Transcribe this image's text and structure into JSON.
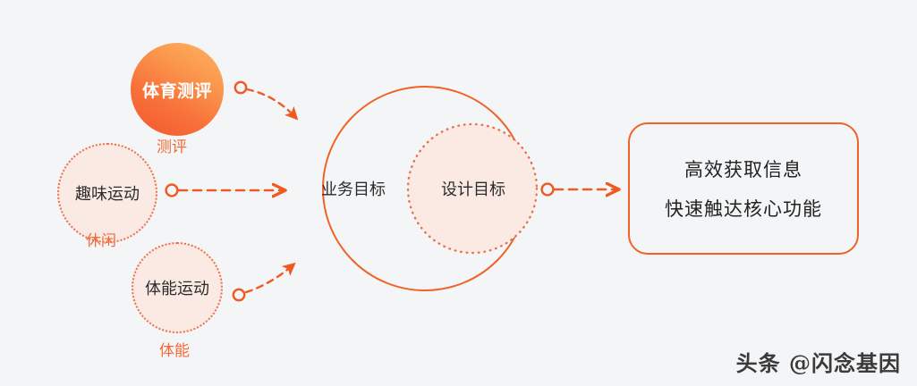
{
  "diagram": {
    "background_color": "#f4f5f7",
    "accent_color": "#ef6326",
    "soft_fill_color": "#fbeae4",
    "source_node": {
      "label": "体育测评",
      "caption": "测评",
      "gradient_from": "#f4572c",
      "gradient_to": "#fdb362"
    },
    "input_nodes": [
      {
        "label": "趣味运动",
        "caption": "休闲"
      },
      {
        "label": "体能运动",
        "caption": "体能"
      }
    ],
    "center": {
      "outer_label": "业务目标",
      "inner_label": "设计目标"
    },
    "outcome": {
      "lines": [
        "高效获取信息",
        "快速触达核心功能"
      ]
    },
    "connectors": [
      {
        "name": "assessment-to-goal",
        "style": "dashed-curve"
      },
      {
        "name": "fun-to-goal",
        "style": "dashed-straight"
      },
      {
        "name": "fitness-to-goal",
        "style": "dashed-curve"
      },
      {
        "name": "goal-to-outcome",
        "style": "dashed-straight"
      }
    ],
    "watermark": "头条 @闪念基因"
  }
}
